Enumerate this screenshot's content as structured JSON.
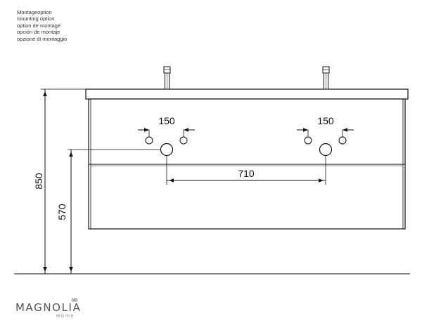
{
  "header": {
    "lines": [
      "Montageoption",
      "mounting option",
      "option de montage",
      "opción de montaje",
      "opzione di montaggio"
    ]
  },
  "dimensions": {
    "height_total": "850",
    "height_drain": "570",
    "spacing_left": "150",
    "spacing_right": "150",
    "center_distance": "710"
  },
  "brand": {
    "name": "MAGNOLIA",
    "subtitle": "Home"
  }
}
